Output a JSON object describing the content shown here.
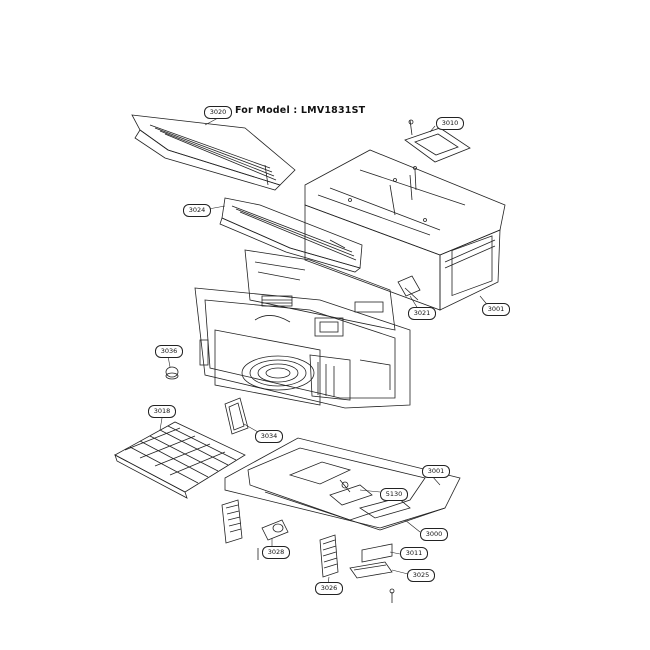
{
  "header_note": "For Model : LMV1831ST",
  "callouts": {
    "c3020": "3020",
    "c3010": "3010",
    "c3024": "3024",
    "c3021": "3021",
    "c3001": "3001",
    "c3036": "3036",
    "c3018": "3018",
    "c3034": "3034",
    "c3001b": "3001",
    "c5130": "5130",
    "c3000": "3000",
    "c3011": "3011",
    "c3028": "3028",
    "c3025": "3025",
    "c3026": "3026"
  },
  "colors": {
    "line": "#222222",
    "background": "#ffffff"
  }
}
